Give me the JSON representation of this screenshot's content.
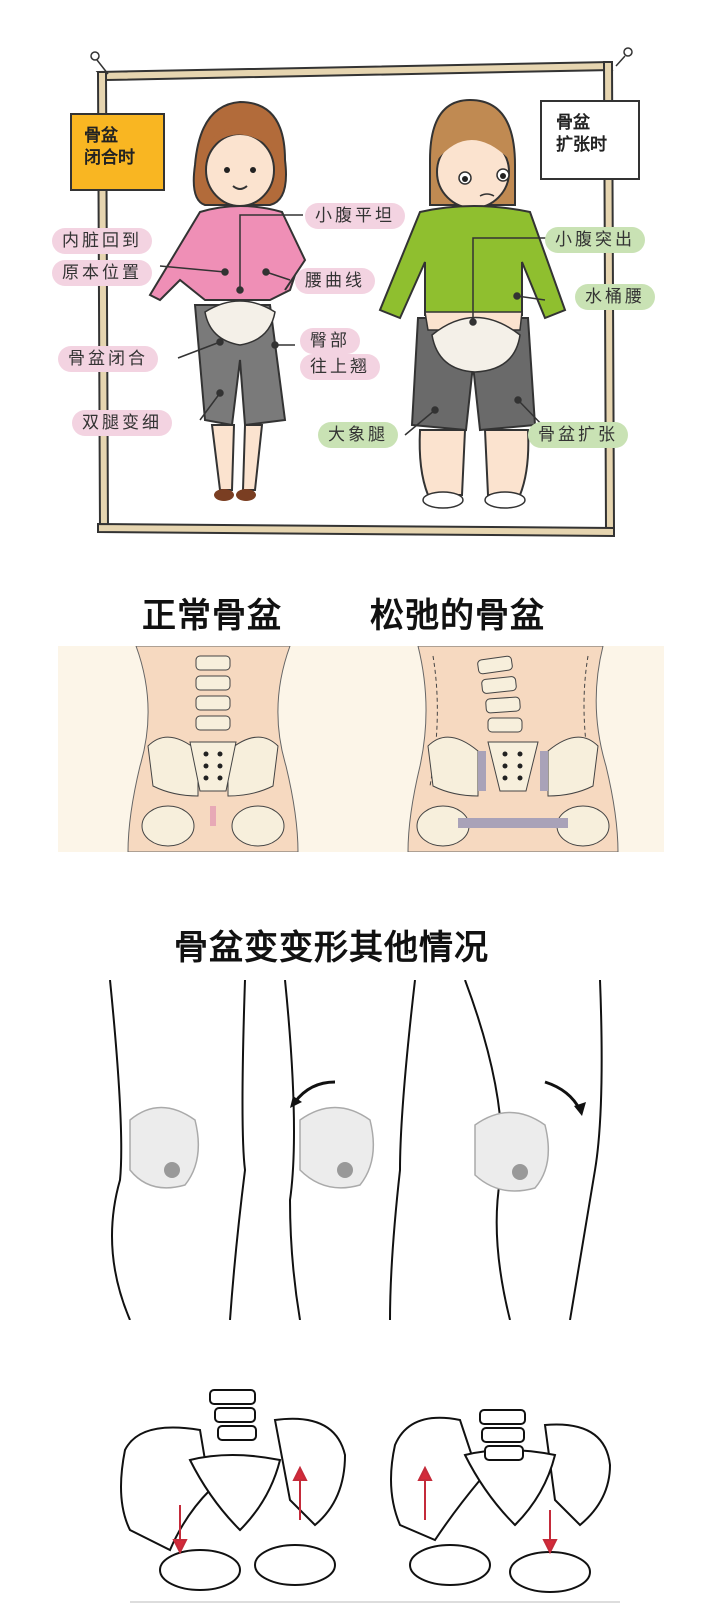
{
  "panel1": {
    "left_figure": {
      "sign": [
        "骨盆",
        "闭合时"
      ],
      "sign_color": "#f9b622",
      "shirt_color": "#ef8fb6",
      "labels": {
        "flat_belly": "小腹平坦",
        "organs_line1": "内脏回到",
        "organs_line2": "原本位置",
        "waist_curve": "腰曲线",
        "hip_line1": "臀部",
        "hip_line2": "往上翘",
        "pelvis_closed": "骨盆闭合",
        "slim_legs": "双腿变细"
      },
      "label_color": "#f3d3e1"
    },
    "right_figure": {
      "sign": [
        "骨盆",
        "扩张时"
      ],
      "sign_color": "#ffffff",
      "shirt_color": "#8fbf2f",
      "labels": {
        "belly_out": "小腹突出",
        "bucket_waist": "水桶腰",
        "thick_legs": "大象腿",
        "pelvis_expanded": "骨盆扩张"
      },
      "label_color": "#c9e2b4"
    },
    "frame_color": "#e6d5b0"
  },
  "panel2": {
    "title_left": "正常骨盆",
    "title_right": "松弛的骨盆",
    "bg_color": "#fcf5e8",
    "body_color": "#f6d9c0"
  },
  "panel3": {
    "title": "骨盆变变形其他情况",
    "figures": [
      "neutral",
      "tilted-back",
      "tilted-forward"
    ]
  },
  "panel4": {
    "figures": [
      "left-low-right-high",
      "left-high-right-low"
    ],
    "arrow_color": "#d42a3a"
  }
}
